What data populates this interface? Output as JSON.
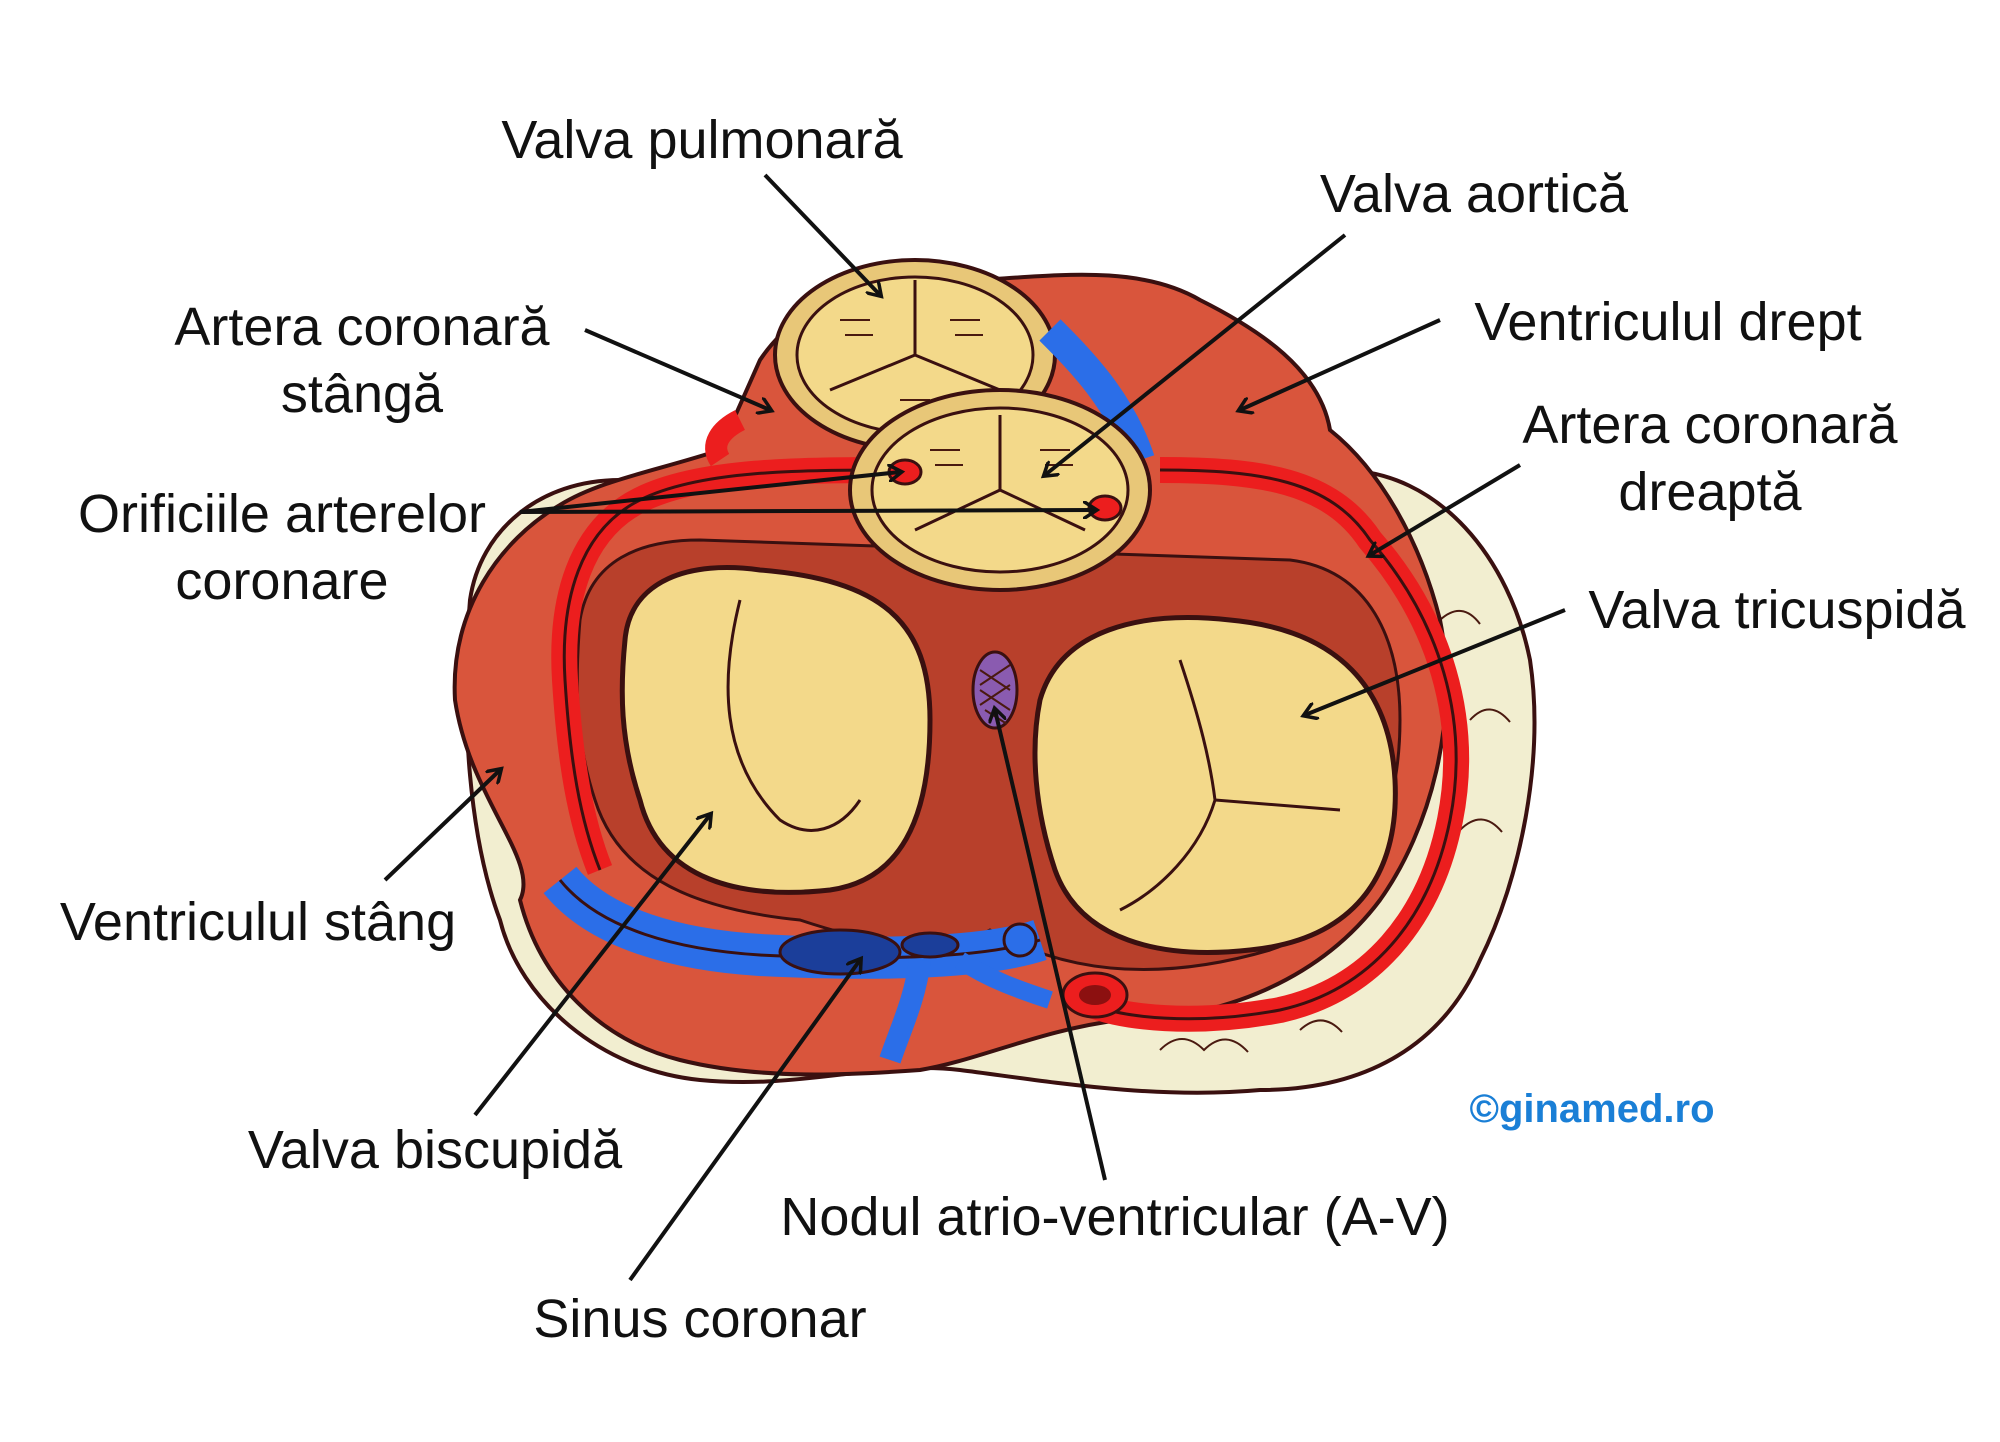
{
  "diagram": {
    "labels": {
      "valva_pulmonara": "Valva pulmonară",
      "valva_aortica": "Valva aortică",
      "artera_coronara_stanga_1": "Artera coronară",
      "artera_coronara_stanga_2": "stângă",
      "ventriculul_drept": "Ventriculul drept",
      "artera_coronara_dreapta_1": "Artera coronară",
      "artera_coronara_dreapta_2": "dreaptă",
      "orificiile_1": "Orificiile arterelor",
      "orificiile_2": "coronare",
      "valva_tricuspida": "Valva tricuspidă",
      "ventriculul_stang": "Ventriculul stâng",
      "valva_biscupida": "Valva biscupidă",
      "nodul_av": "Nodul atrio-ventricular (A-V)",
      "sinus_coronar": "Sinus coronar"
    },
    "watermark": "©ginamed.ro",
    "colors": {
      "myocardium": "#d9553c",
      "myocardium_dark": "#b8402b",
      "artery": "#ec1e1e",
      "vein": "#2b6ee8",
      "valve": "#f3d98a",
      "fat": "#f2eed0",
      "av_node": "#8a5bb0",
      "watermark": "#1a7fd6"
    }
  }
}
